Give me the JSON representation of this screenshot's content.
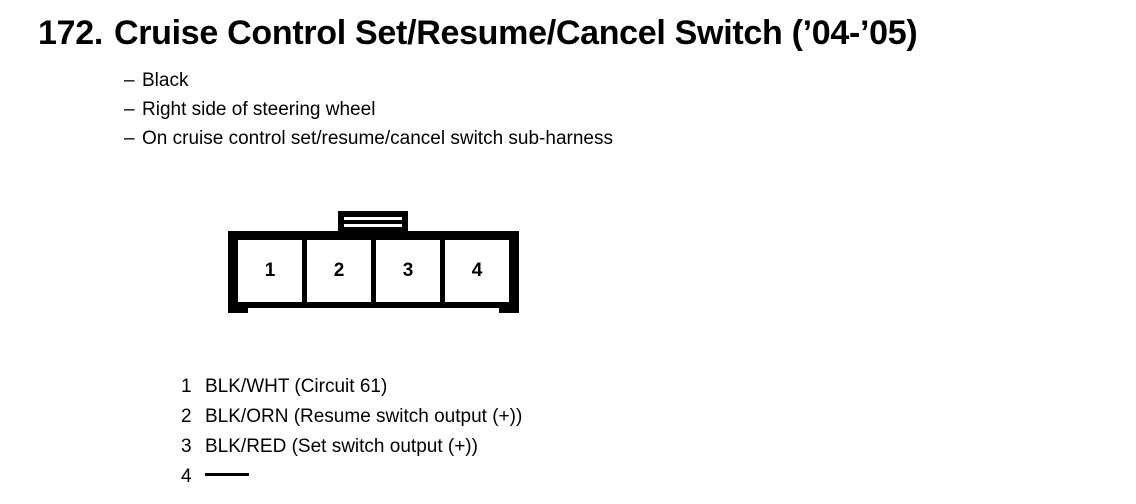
{
  "page": {
    "number": "172.",
    "title": "Cruise Control Set/Resume/Cancel Switch (’04-’05)",
    "background_color": "#ffffff",
    "ink_color": "#000000"
  },
  "specs": {
    "dash": "–",
    "items": [
      "Black",
      "Right side of steering wheel",
      "On cruise control set/resume/cancel switch sub-harness"
    ]
  },
  "connector": {
    "name": "4-pin connector face view",
    "pin_count": 4,
    "cells": [
      {
        "label": "1"
      },
      {
        "label": "2"
      },
      {
        "label": "3"
      },
      {
        "label": "4"
      }
    ]
  },
  "pin_legend": [
    {
      "num": "1",
      "text": "BLK/WHT (Circuit 61)"
    },
    {
      "num": "2",
      "text": "BLK/ORN (Resume switch output (+))"
    },
    {
      "num": "3",
      "text": "BLK/RED (Set switch output (+))"
    },
    {
      "num": "4",
      "text": ""
    }
  ]
}
